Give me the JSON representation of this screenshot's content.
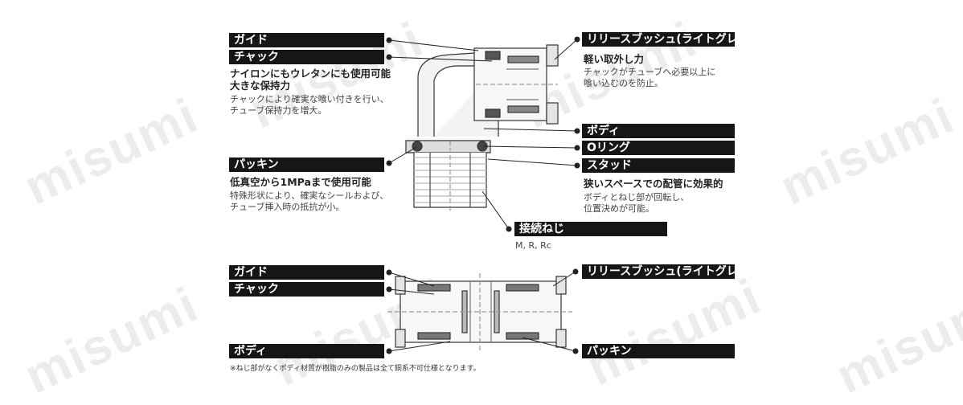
{
  "watermark": "misumi",
  "top": {
    "left_labels": [
      "ガイド",
      "チャック",
      "パッキン"
    ],
    "right_labels": [
      "リリースブッシュ(ライトグレー)",
      "ボディ",
      "Oリング",
      "スタッド",
      "接続ねじ"
    ],
    "chuck_desc": {
      "title_line1": "ナイロンにもウレタンにも使用可能",
      "title_line2": "大きな保持力",
      "body_line1": "チャックにより確実な喰い付きを行い、",
      "body_line2": "チューブ保持力を増大。"
    },
    "packing_desc": {
      "title": "低真空から1MPaまで使用可能",
      "body_line1": "特殊形状により、確実なシールおよび、",
      "body_line2": "チューブ挿入時の抵抗が小。"
    },
    "release_desc": {
      "title": "軽い取外し力",
      "body_line1": "チャックがチューブへ必要以上に",
      "body_line2": "喰い込むのを防止。"
    },
    "stud_desc": {
      "title": "狭いスペースでの配管に効果的",
      "body_line1": "ボディとねじ部が回転し、",
      "body_line2": "位置決めが可能。"
    },
    "thread_types": "M, R, Rc"
  },
  "bottom": {
    "left_labels": [
      "ガイド",
      "チャック",
      "ボディ"
    ],
    "right_labels": [
      "リリースブッシュ(ライトグレー)",
      "パッキン"
    ],
    "footnote": "※ねじ部がなくボディ材質が樹脂のみの製品は全て銅系不可仕様となります。"
  }
}
